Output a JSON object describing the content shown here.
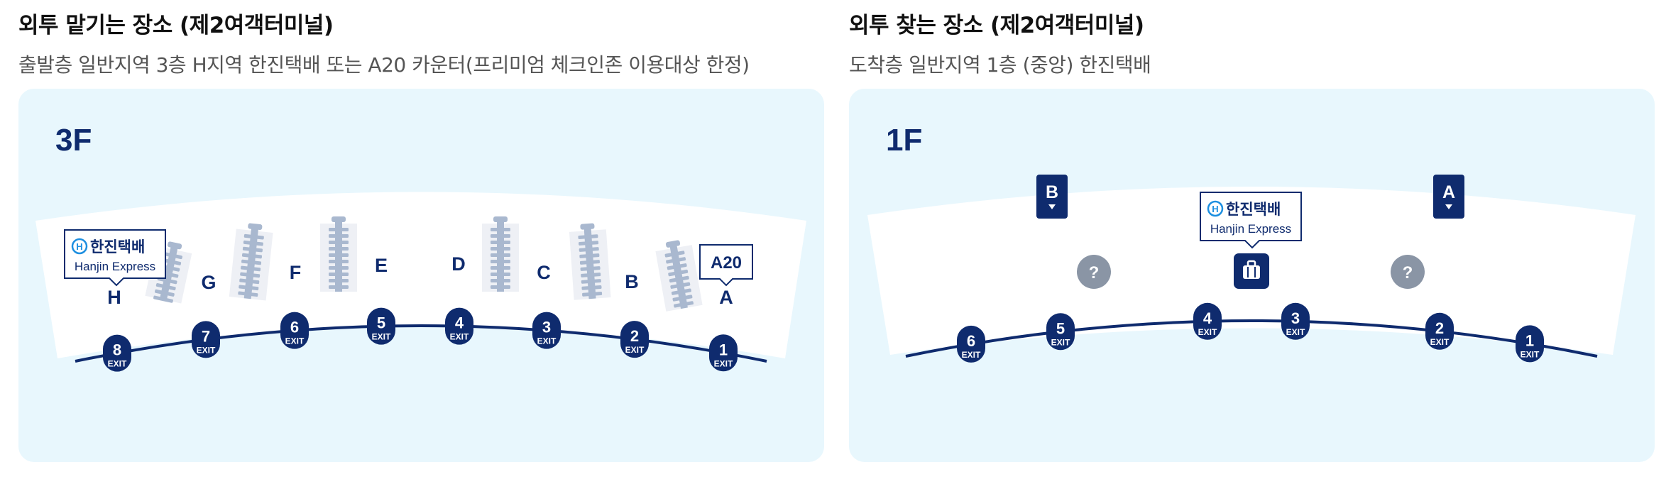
{
  "dropoff": {
    "title": "외투 맡기는 장소 (제2여객터미널)",
    "subtitle": "출발층 일반지역 3층 H지역 한진택배 또는 A20 카운터(프리미엄 체크인존 이용대상 한정)",
    "floor": "3F",
    "zones": [
      "H",
      "G",
      "F",
      "E",
      "D",
      "C",
      "B",
      "A"
    ],
    "exits": [
      "8",
      "7",
      "6",
      "5",
      "4",
      "3",
      "2",
      "1"
    ],
    "exit_label": "EXIT",
    "service_label_ko": "한진택배",
    "service_label_en": "Hanjin Express",
    "counter_label": "A20"
  },
  "pickup": {
    "title": "외투 찾는 장소 (제2여객터미널)",
    "subtitle": "도착층 일반지역 1층 (중앙) 한진택배",
    "floor": "1F",
    "gates": [
      "B",
      "A"
    ],
    "exits": [
      "6",
      "5",
      "4",
      "3",
      "2",
      "1"
    ],
    "exit_label": "EXIT",
    "service_label_ko": "한진택배",
    "service_label_en": "Hanjin Express",
    "info_glyph": "?"
  },
  "colors": {
    "navy": "#0f2b6e",
    "card_bg": "#e8f7fd",
    "carousel": "#a9b8cf",
    "carousel_bg": "#eef0f5",
    "info_grey": "#8a95a5",
    "hanjin_blue": "#1d8fe0"
  },
  "icons": {
    "hanjin_logo": "hanjin-logo-icon",
    "baggage": "luggage-icon",
    "info": "question-icon",
    "gate_arrow": "triangle-down-icon"
  }
}
